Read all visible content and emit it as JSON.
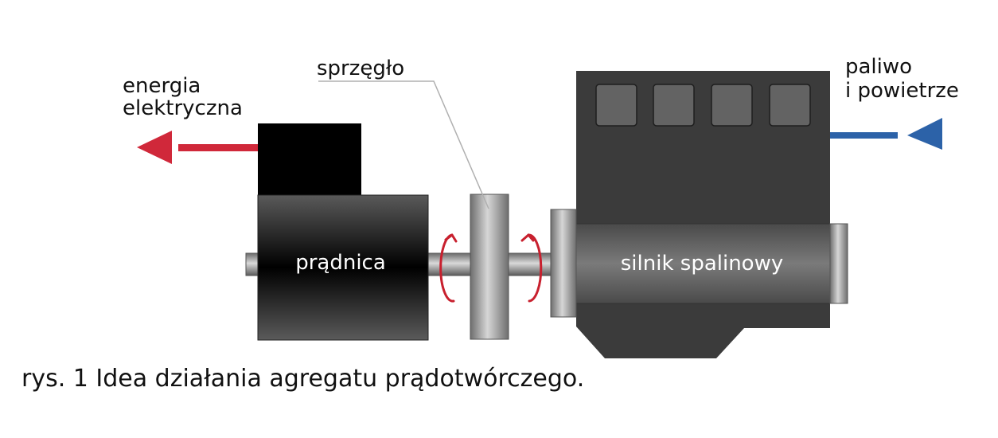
{
  "labels": {
    "output_line1": "energia",
    "output_line2": "elektryczna",
    "input_line1": "paliwo",
    "input_line2": "i powietrze",
    "coupling": "sprzęgło",
    "generator": "prądnica",
    "engine": "silnik spalinowy"
  },
  "caption": "rys. 1 Idea działania agregatu prądotwórczego.",
  "colors": {
    "output_arrow": "#d0283a",
    "input_arrow": "#2c62a8",
    "rotation_arrow": "#c8202e",
    "engine_body": "#3b3b3b",
    "leader_line": "#b0b0b0"
  }
}
